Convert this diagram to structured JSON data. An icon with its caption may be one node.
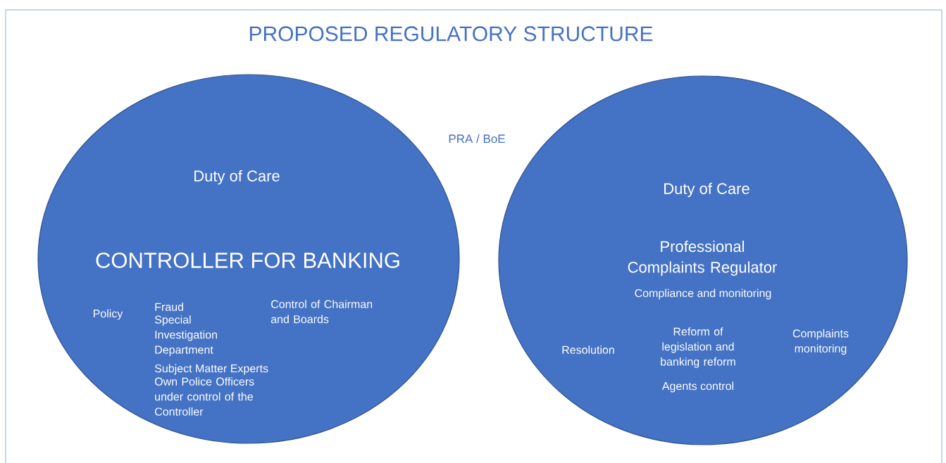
{
  "diagram": {
    "title": "PROPOSED REGULATORY STRUCTURE",
    "nodes": [
      {
        "text": [
          "Duty of Care",
          "CONTROLLER FOR BANKING",
          "Policy",
          "Fraud",
          "Special Investigation Department",
          "Subject Matter Experts",
          "Own Police Officers under control of the Controller",
          "Control of Chairman and Boards"
        ]
      },
      {
        "text": [
          "Duty of Care",
          "Professional Complaints Regulator",
          "Compliance and monitoring",
          "Resolution",
          "Reform of legislation and banking reform",
          "Complaints monitoring",
          "Agents control"
        ]
      }
    ],
    "labels": [
      "PRA / BoE"
    ]
  }
}
